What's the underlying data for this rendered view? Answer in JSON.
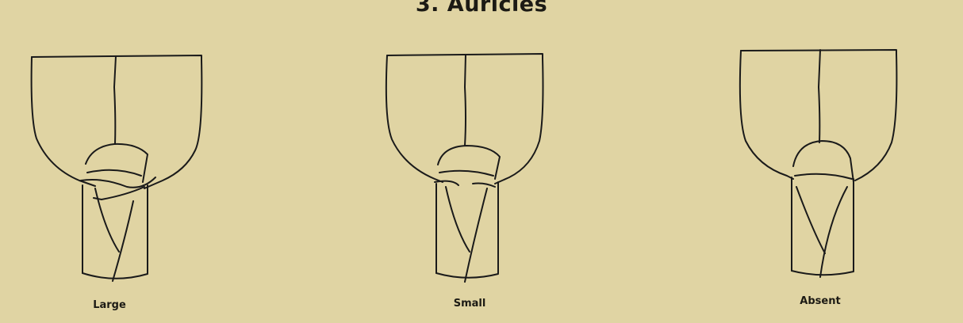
{
  "title": "3. Auricles",
  "panels": [
    {
      "label": "Large"
    },
    {
      "label": "Small"
    },
    {
      "label": "Absent"
    }
  ]
}
